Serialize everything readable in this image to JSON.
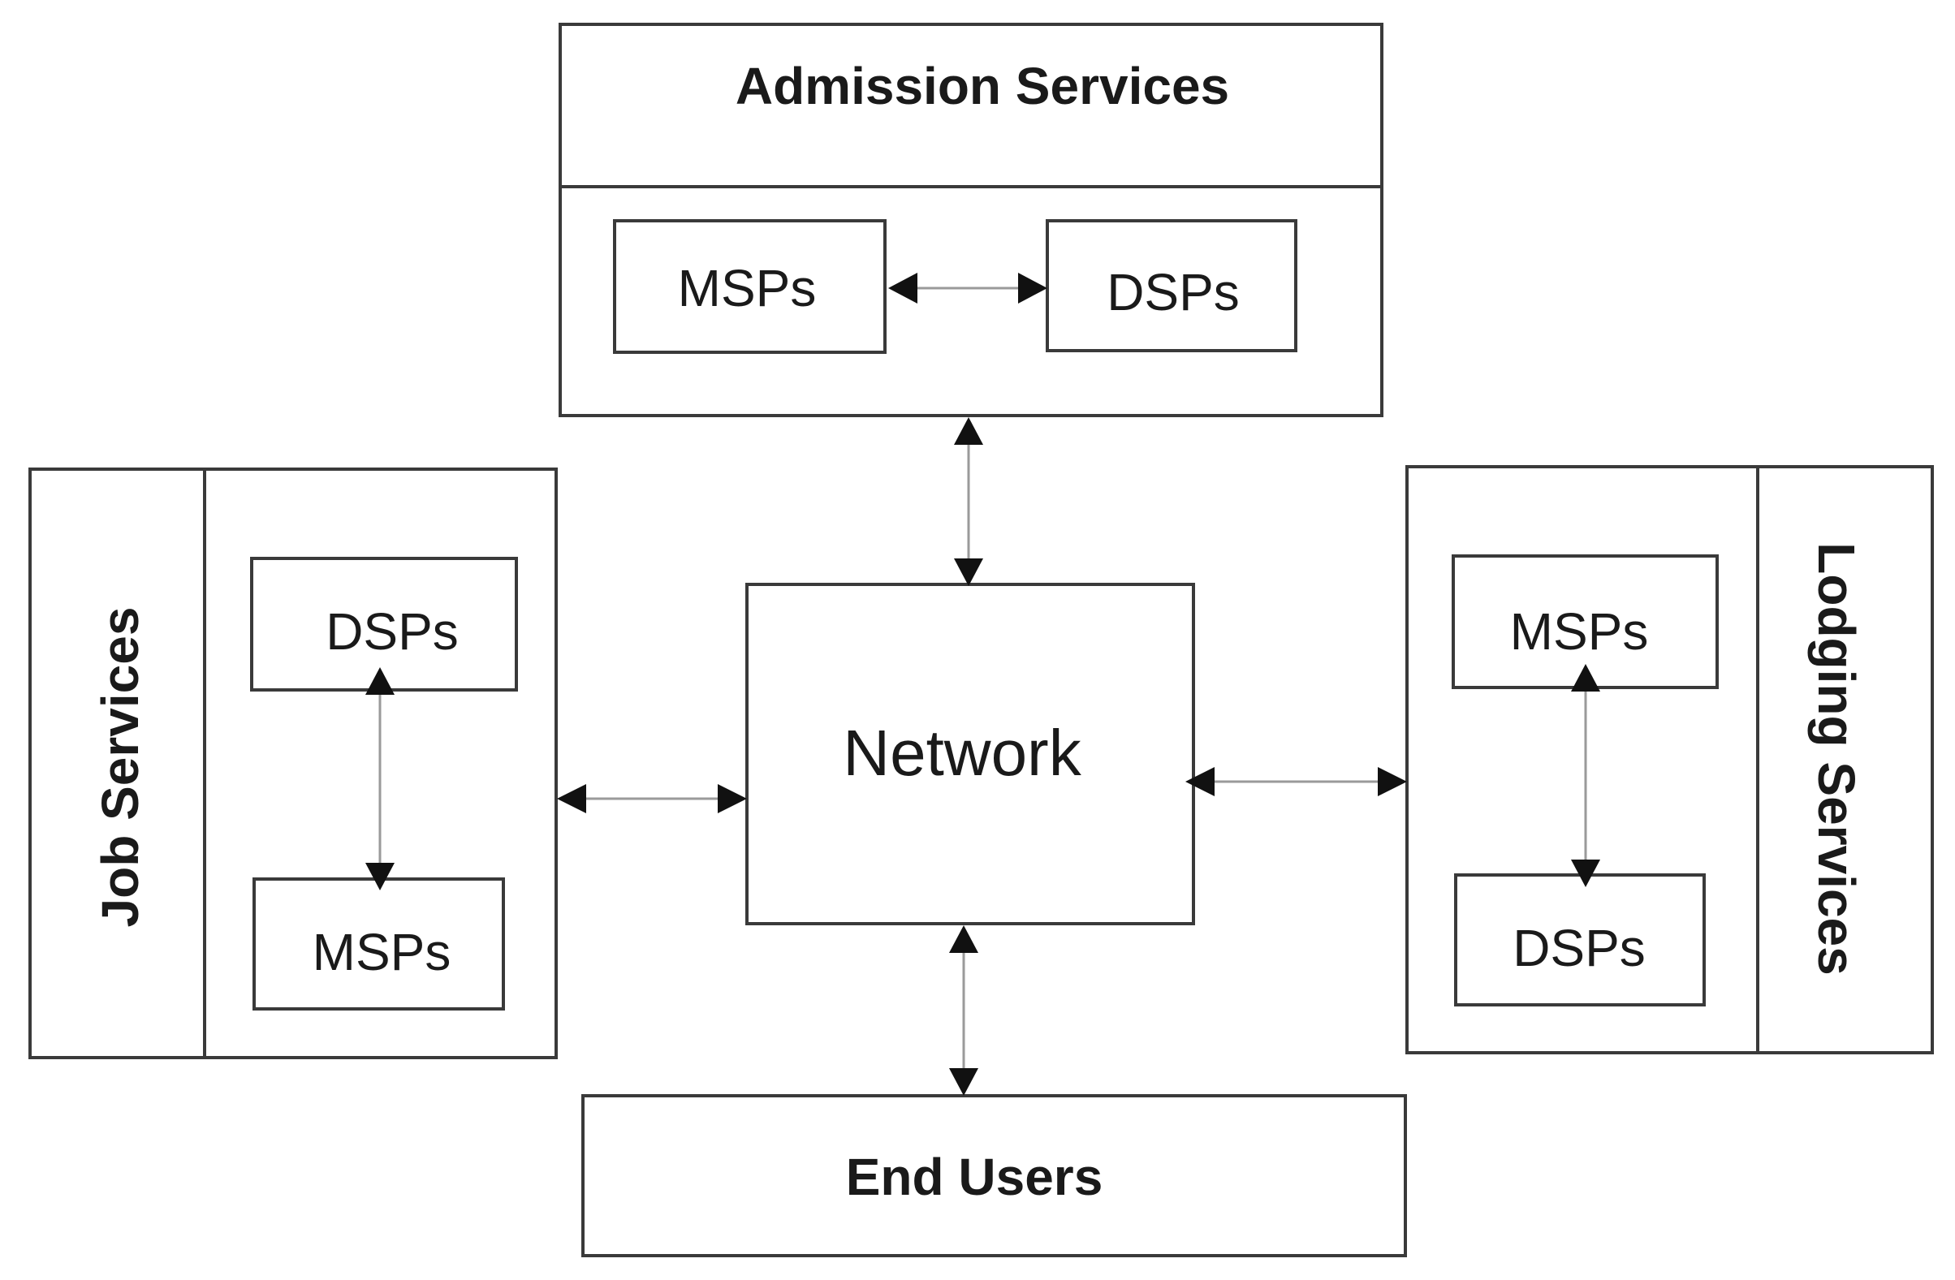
{
  "admission": {
    "title": "Admission Services",
    "left_box": "MSPs",
    "right_box": "DSPs"
  },
  "job": {
    "title": "Job Services",
    "top_box": "DSPs",
    "bottom_box": "MSPs"
  },
  "lodging": {
    "title": "Lodging Services",
    "top_box": "MSPs",
    "bottom_box": "DSPs"
  },
  "network": {
    "label": "Network"
  },
  "end_users": {
    "label": "End Users"
  },
  "colors": {
    "stroke": "#3a3a3a",
    "connector": "#9a9a9a",
    "arrowhead": "#111111",
    "text": "#1a1a1a"
  }
}
